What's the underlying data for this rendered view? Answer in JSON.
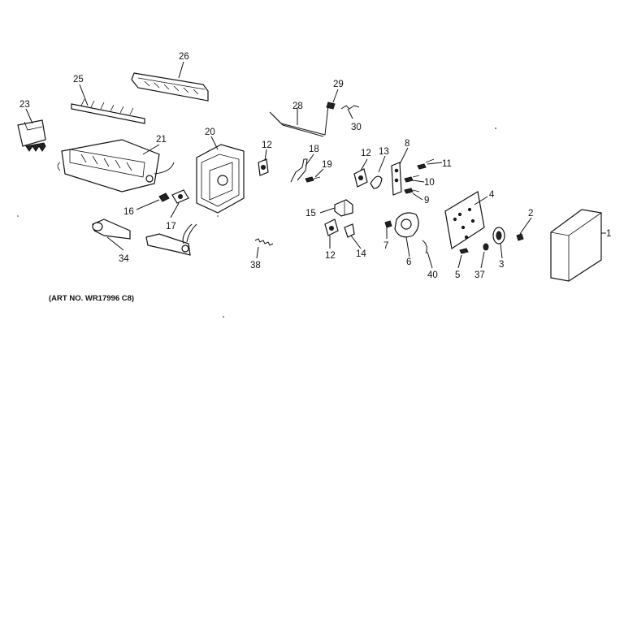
{
  "art_number": "(ART NO. WR17996 C8)",
  "callouts": {
    "p1": "1",
    "p2": "2",
    "p3": "3",
    "p4": "4",
    "p5": "5",
    "p6": "6",
    "p7": "7",
    "p8": "8",
    "p9": "9",
    "p10": "10",
    "p11": "11",
    "p12a": "12",
    "p12b": "12",
    "p12c": "12",
    "p13": "13",
    "p14": "14",
    "p15": "15",
    "p16": "16",
    "p17": "17",
    "p18": "18",
    "p19": "19",
    "p20": "20",
    "p21": "21",
    "p23": "23",
    "p25": "25",
    "p26": "26",
    "p28": "28",
    "p29": "29",
    "p30": "30",
    "p34": "34",
    "p37": "37",
    "p38": "38",
    "p40": "40"
  }
}
